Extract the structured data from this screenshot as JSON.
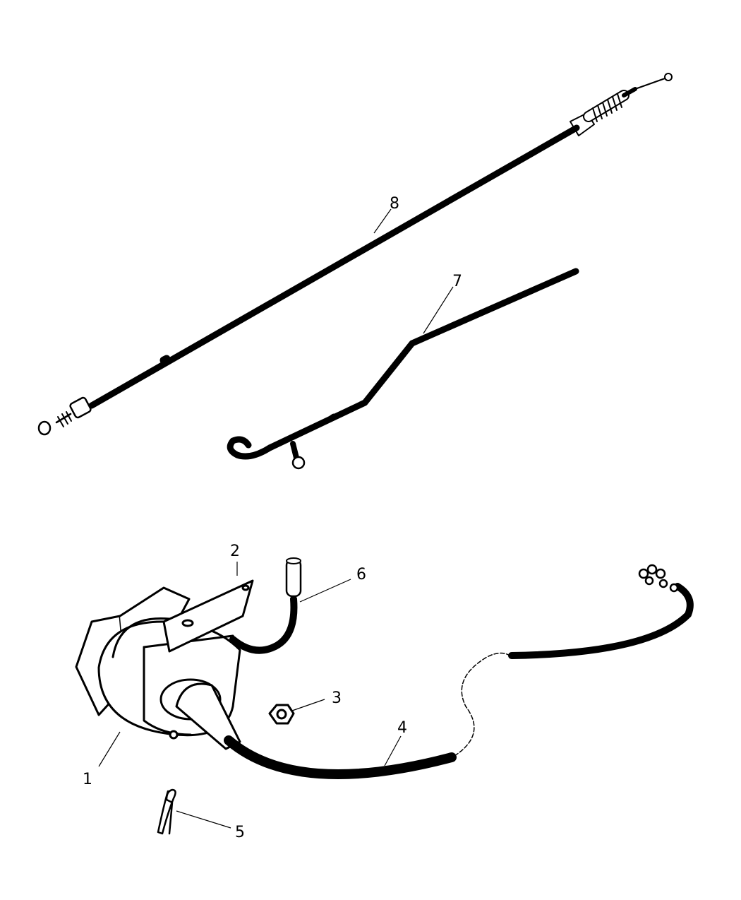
{
  "callouts": [
    {
      "number": "1",
      "part": "cruise-servo"
    },
    {
      "number": "2",
      "part": "bracket"
    },
    {
      "number": "3",
      "part": "nut"
    },
    {
      "number": "4",
      "part": "vacuum-hose"
    },
    {
      "number": "5",
      "part": "retaining-clip"
    },
    {
      "number": "6",
      "part": "connector-lead"
    },
    {
      "number": "7",
      "part": "servo-rod"
    },
    {
      "number": "8",
      "part": "throttle-cable"
    }
  ]
}
